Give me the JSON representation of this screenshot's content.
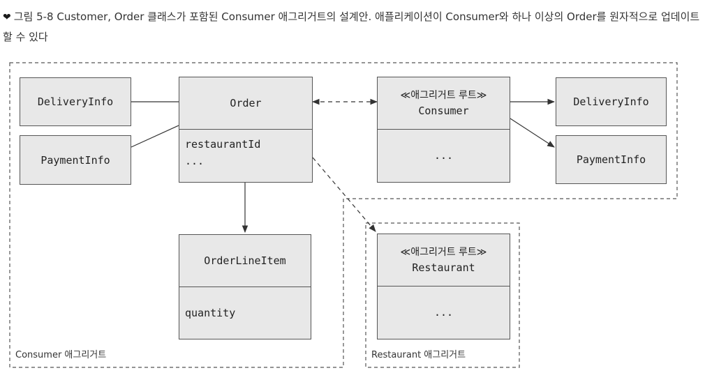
{
  "caption": {
    "marker": "❤",
    "text": "그림 5-8 Customer, Order 클래스가 포함된 Consumer 애그리거트의 설계안. 애플리케이션이 Consumer와 하나 이상의 Order를 원자적으로 업데이트할 수 있다"
  },
  "regions": {
    "consumer_label": "Consumer 애그리거트",
    "restaurant_label": "Restaurant 애그리거트"
  },
  "boxes": {
    "delivery_info_left": "DeliveryInfo",
    "payment_info_left": "PaymentInfo",
    "order": {
      "name": "Order",
      "attr1": "restaurantId",
      "attr2": "..."
    },
    "order_line_item": {
      "name": "OrderLineItem",
      "attr1": "quantity"
    },
    "consumer": {
      "stereotype": "≪애그리거트 루트≫",
      "name": "Consumer",
      "body": "..."
    },
    "delivery_info_right": "DeliveryInfo",
    "payment_info_right": "PaymentInfo",
    "restaurant": {
      "stereotype": "≪애그리거트 루트≫",
      "name": "Restaurant",
      "body": "..."
    }
  },
  "colors": {
    "box_fill": "#e8e8e8",
    "line": "#333333",
    "region_border": "#555555"
  }
}
